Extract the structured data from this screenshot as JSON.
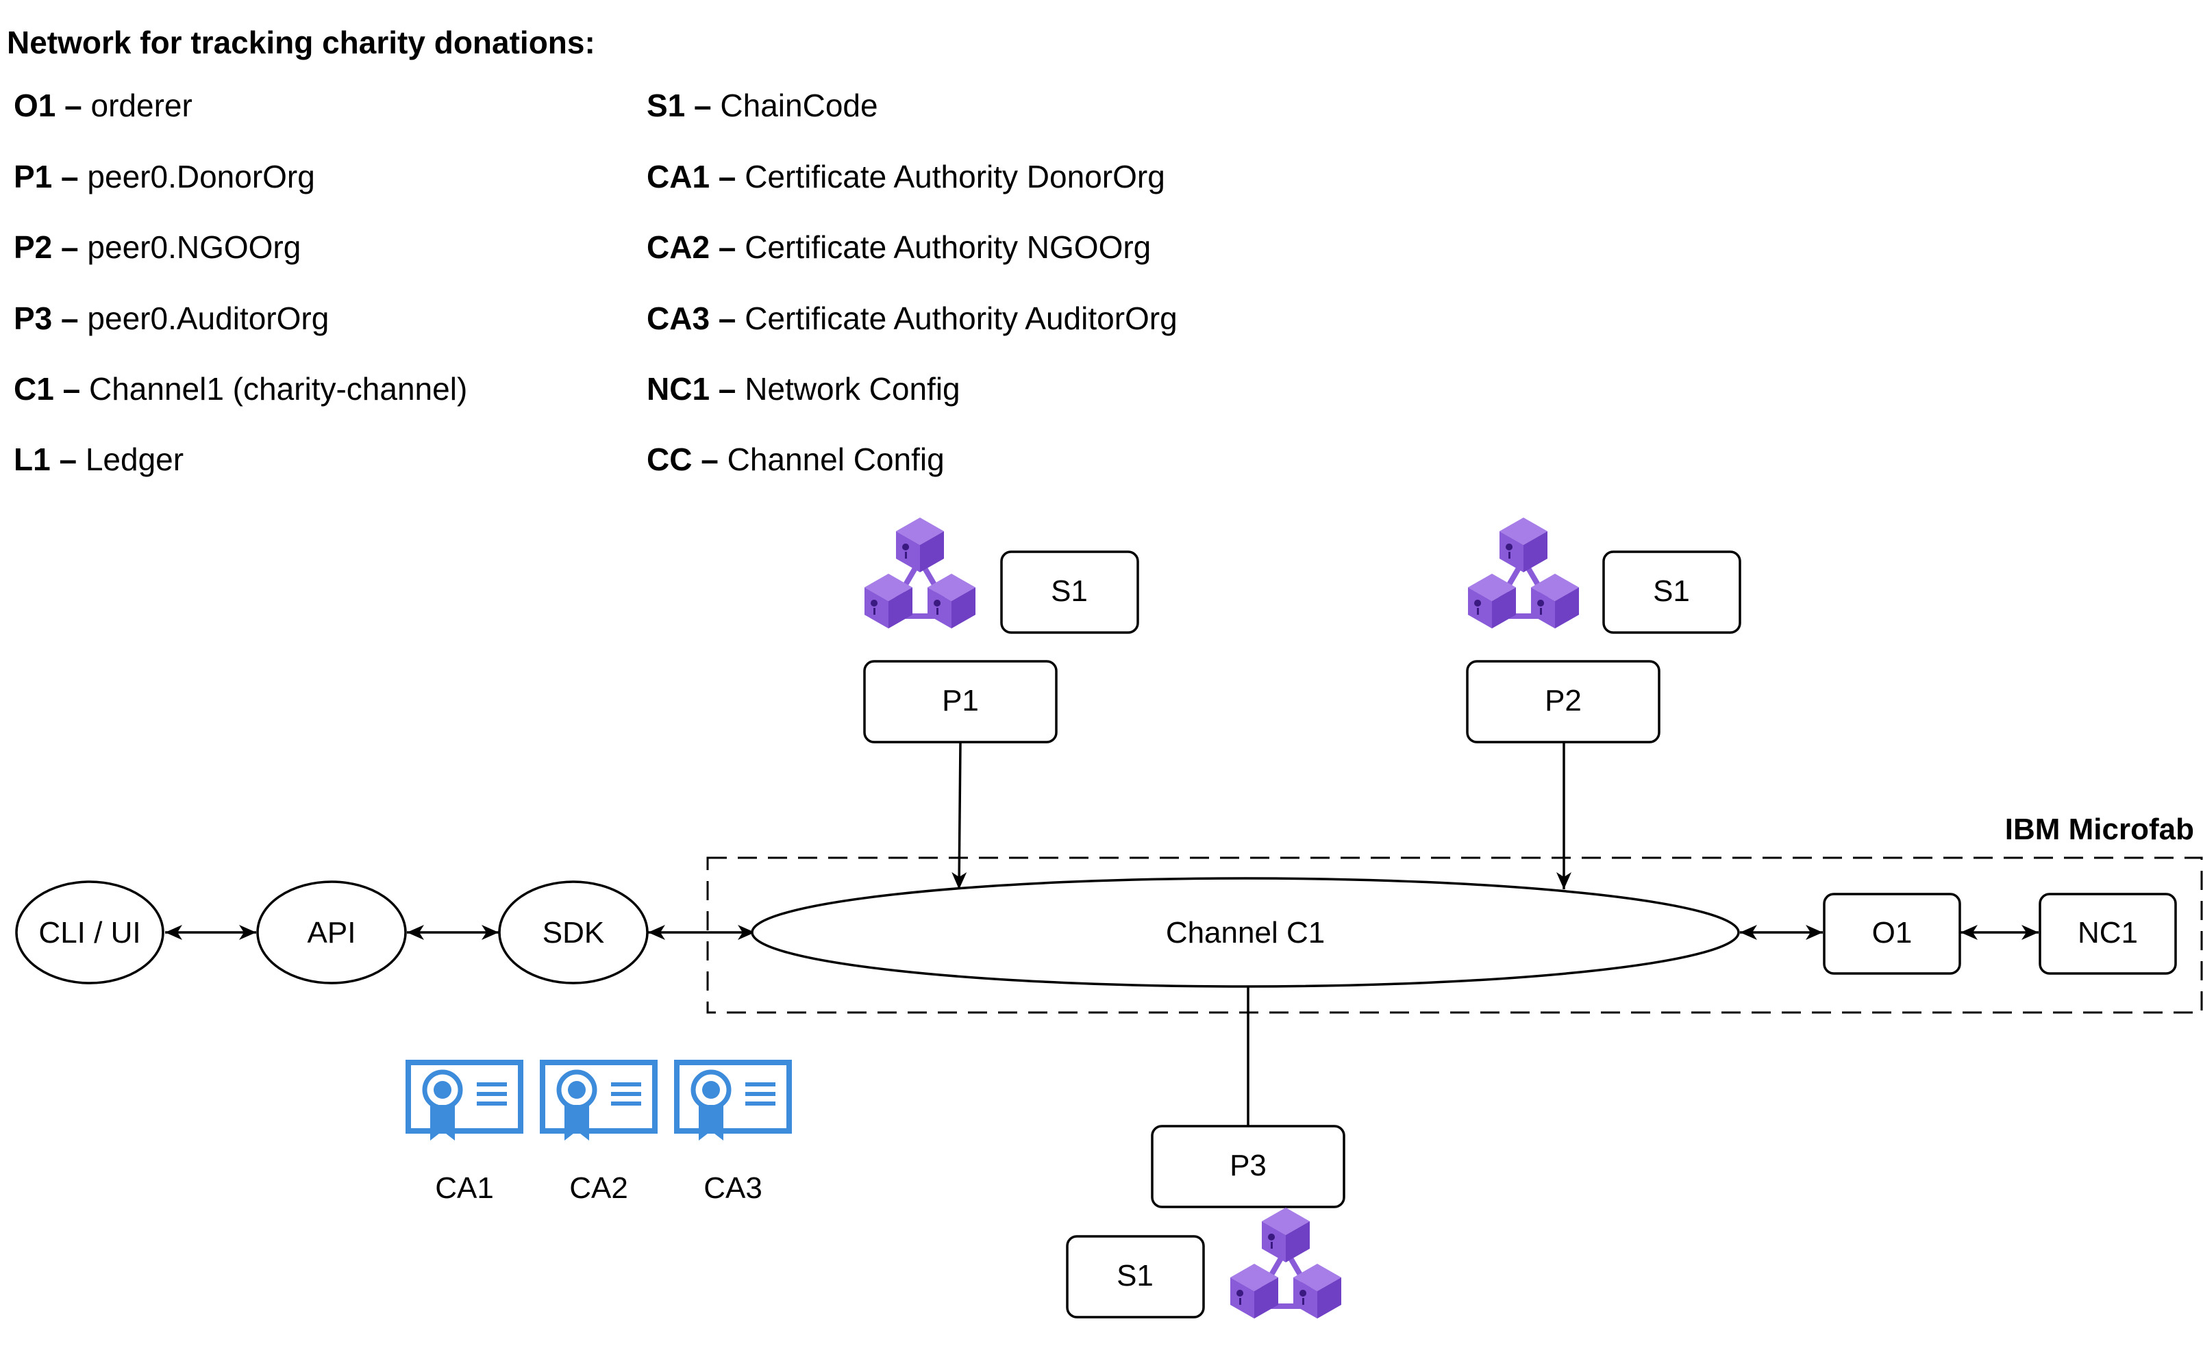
{
  "title": "Network for tracking charity donations:",
  "legend": {
    "left": [
      {
        "key": "O1",
        "sep": " – ",
        "desc": "orderer"
      },
      {
        "key": "P1",
        "sep": " – ",
        "desc": "peer0.DonorOrg"
      },
      {
        "key": "P2",
        "sep": " – ",
        "desc": "peer0.NGOOrg"
      },
      {
        "key": "P3",
        "sep": " – ",
        "desc": "peer0.AuditorOrg"
      },
      {
        "key": "C1",
        "sep": " – ",
        "desc": "Channel1 (charity-channel)"
      },
      {
        "key": "L1",
        "sep": " – ",
        "desc": "Ledger"
      }
    ],
    "right": [
      {
        "key": "S1",
        "sep": " – ",
        "desc": "ChainCode"
      },
      {
        "key": "CA1",
        "sep": " – ",
        "desc": "Certificate Authority DonorOrg"
      },
      {
        "key": "CA2",
        "sep": " – ",
        "desc": "Certificate Authority NGOOrg"
      },
      {
        "key": "CA3",
        "sep": " – ",
        "desc": "Certificate Authority AuditorOrg"
      },
      {
        "key": "NC1",
        "sep": " – ",
        "desc": "Network Config"
      },
      {
        "key": "CC",
        "sep": " – ",
        "desc": "Channel Config"
      }
    ]
  },
  "diagram": {
    "nodes": {
      "cli": "CLI / UI",
      "api": "API",
      "sdk": "SDK",
      "channel": "Channel C1",
      "o1": "O1",
      "nc1": "NC1",
      "p1": "P1",
      "p2": "P2",
      "p3": "P3",
      "s1_p1": "S1",
      "s1_p2": "S1",
      "s1_p3": "S1"
    },
    "microfab_label": "IBM Microfab",
    "certificates": [
      "CA1",
      "CA2",
      "CA3"
    ],
    "colors": {
      "cert": "#3d8bdb",
      "cube_light": "#a77de8",
      "cube_mid": "#8a5bd9",
      "cube_dark": "#6f3fc4",
      "stroke": "#000000"
    },
    "icons": {
      "chaincode_cluster": "blockchain-cubes-icon",
      "certificate": "certificate-icon"
    }
  }
}
